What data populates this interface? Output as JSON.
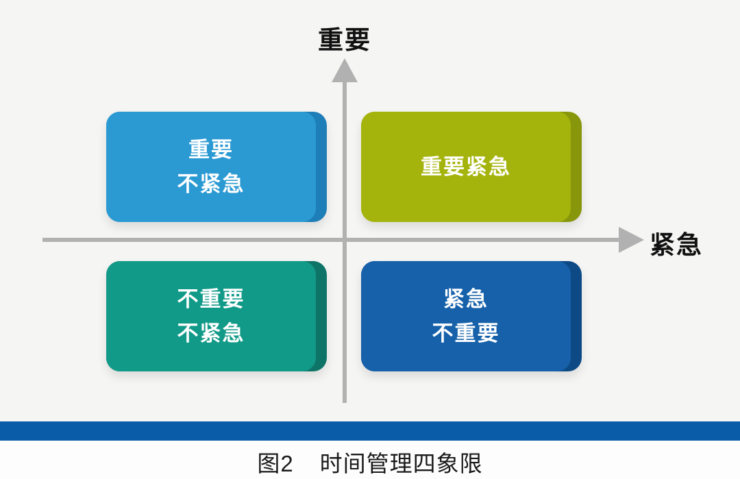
{
  "figure": {
    "axes": {
      "y_label": "重要",
      "x_label": "紧急",
      "line_color": "#b1b1b1"
    },
    "quadrants": [
      {
        "id": "important-not-urgent",
        "position": "top-left",
        "lines": [
          "重要",
          "不紧急"
        ],
        "color": "#2b9ad3",
        "edge_color": "#1e7eb7"
      },
      {
        "id": "important-urgent",
        "position": "top-right",
        "lines": [
          "重要紧急"
        ],
        "color": "#a5b40c",
        "edge_color": "#87960a"
      },
      {
        "id": "not-important-not-urgent",
        "position": "bottom-left",
        "lines": [
          "不重要",
          "不紧急"
        ],
        "color": "#129a88",
        "edge_color": "#0e7467"
      },
      {
        "id": "urgent-not-important",
        "position": "bottom-right",
        "lines": [
          "紧急",
          "不重要"
        ],
        "color": "#1661aa",
        "edge_color": "#0d4a85"
      }
    ],
    "divider_color": "#0b5ca8",
    "caption": {
      "fig_label": "图2",
      "title": "时间管理四象限"
    }
  }
}
